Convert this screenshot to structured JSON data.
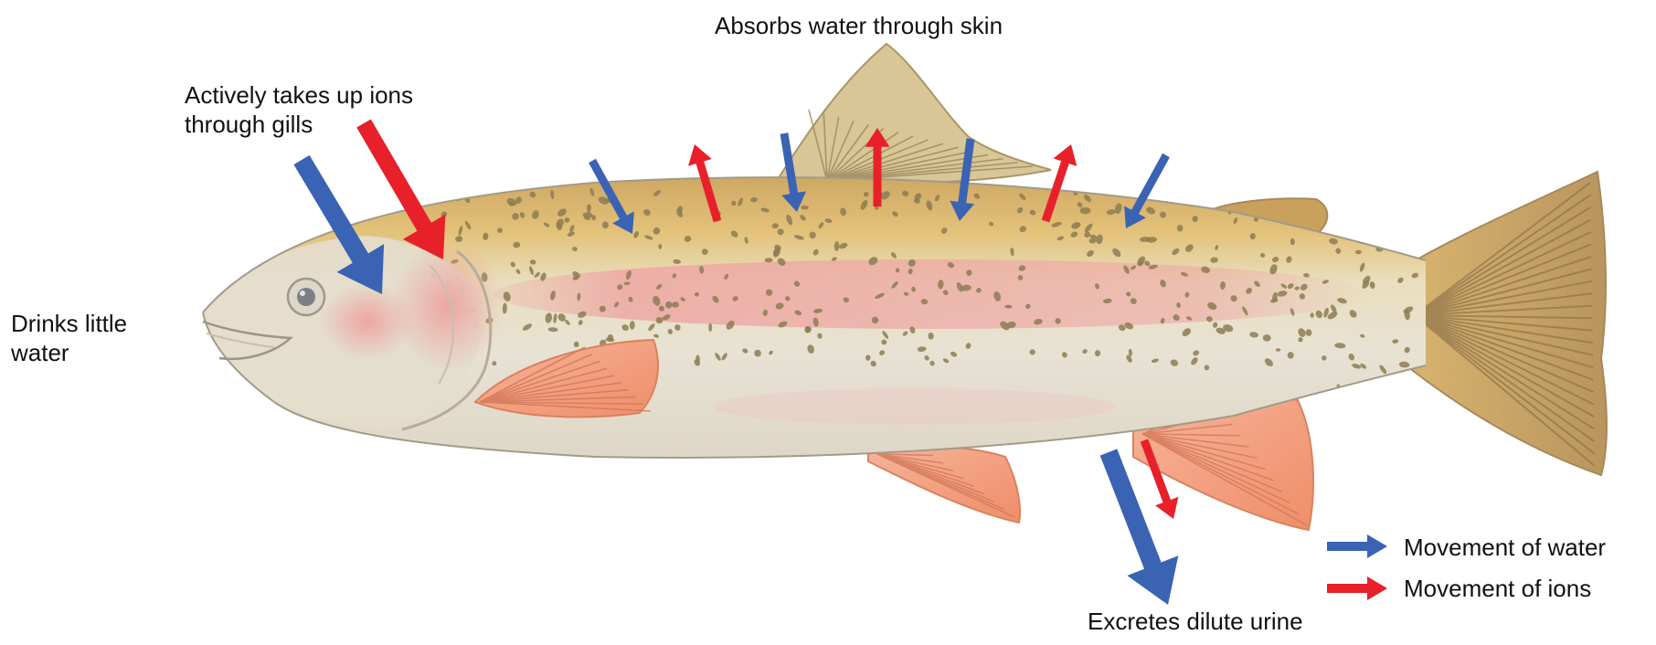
{
  "colors": {
    "water_arrow": "#3b63b4",
    "ion_arrow": "#e8202a",
    "body_light": "#e6e0d2",
    "body_gold": "#d9b873",
    "stripe_pink": "#efa9a6",
    "fin_orange": "#f3a07e",
    "tail_tan": "#c7a56e",
    "spot": "#8c7d52"
  },
  "labels": {
    "skin": "Absorbs water through skin",
    "gills_line1": "Actively takes up ions",
    "gills_line2": "through gills",
    "drinks_line1": "Drinks little",
    "drinks_line2": "water",
    "urine": "Excretes dilute urine"
  },
  "legend": {
    "water": "Movement of water",
    "ions": "Movement of ions"
  }
}
